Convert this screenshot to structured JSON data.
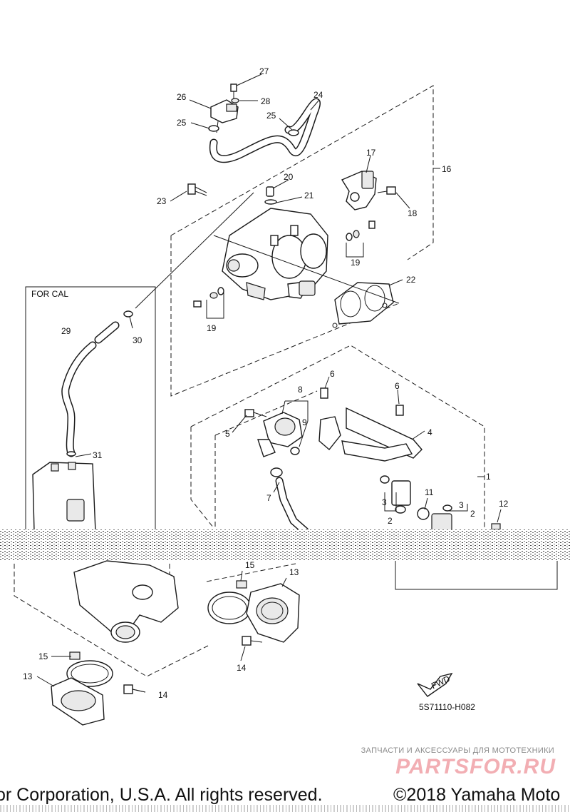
{
  "diagram": {
    "drawing_code": "5S71110-H082",
    "box_label": "FOR CAL",
    "fwd_label": "FWD",
    "callouts": {
      "c27": "27",
      "c26": "26",
      "c28": "28",
      "c24": "24",
      "c25a": "25",
      "c25b": "25",
      "c17": "17",
      "c16": "16",
      "c20": "20",
      "c21": "21",
      "c23": "23",
      "c18": "18",
      "c19a": "19",
      "c19b": "19",
      "c22": "22",
      "c29": "29",
      "c30": "30",
      "c31a": "31",
      "c6a": "6",
      "c6b": "6",
      "c8": "8",
      "c9": "9",
      "c5": "5",
      "c4": "4",
      "c1": "1",
      "c7": "7",
      "c3a": "3",
      "c3b": "3",
      "c2a": "2",
      "c2b": "2",
      "c11": "11",
      "c12": "12",
      "c15a": "15",
      "c13a": "13",
      "c14a": "14",
      "c15b": "15",
      "c13b": "13",
      "c14b": "14"
    }
  },
  "watermark": {
    "caption": "ЗАПЧАСТИ И АКСЕССУАРЫ ДЛЯ МОТОТЕХНИКИ",
    "logo": "PARTSFOR.RU"
  },
  "footer": {
    "left": "or Corporation, U.S.A. All rights reserved.",
    "right": "©2018 Yamaha Moto"
  }
}
